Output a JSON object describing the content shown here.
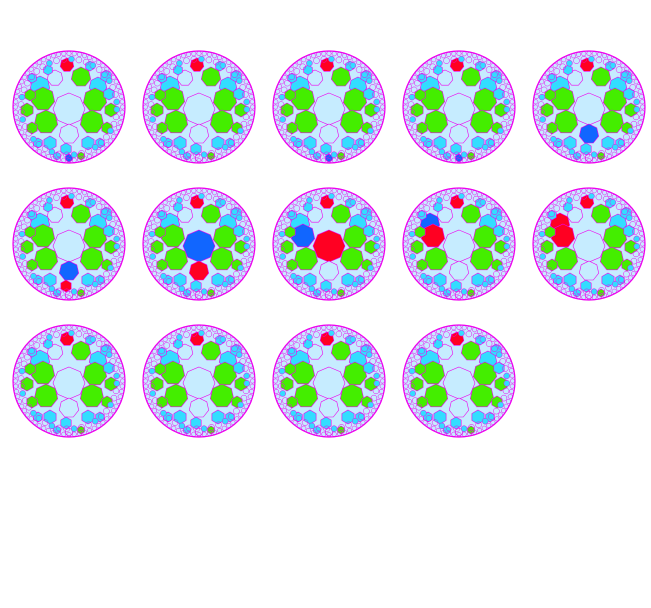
{
  "palette": {
    "outline": "#ee00ee",
    "center": "#c6ecff",
    "green": "#44ee00",
    "cyan": "#33ddff",
    "red": "#ff0022",
    "blue": "#1166ff",
    "background": "#ffffff"
  },
  "icon_names": [
    "hyperbolic-tiling-disk"
  ],
  "figures": [
    {
      "highlights": [
        {
          "tile": "top-1",
          "color": "red"
        },
        {
          "tile": "bottom-edge",
          "color": "blue"
        }
      ]
    },
    {
      "highlights": [
        {
          "tile": "top-1",
          "color": "red"
        }
      ]
    },
    {
      "highlights": [
        {
          "tile": "top-1",
          "color": "red"
        },
        {
          "tile": "bottom-edge",
          "color": "blue"
        }
      ]
    },
    {
      "highlights": [
        {
          "tile": "top-1",
          "color": "red"
        },
        {
          "tile": "bottom-edge",
          "color": "blue"
        }
      ]
    },
    {
      "highlights": [
        {
          "tile": "top-1",
          "color": "red"
        },
        {
          "tile": "bottom-1",
          "color": "blue"
        }
      ]
    },
    {
      "highlights": [
        {
          "tile": "top-1",
          "color": "red"
        },
        {
          "tile": "bottom-1",
          "color": "blue"
        },
        {
          "tile": "bottom-2",
          "color": "red"
        }
      ]
    },
    {
      "highlights": [
        {
          "tile": "top-1",
          "color": "red"
        },
        {
          "tile": "center",
          "color": "blue"
        },
        {
          "tile": "bottom-1",
          "color": "red"
        }
      ]
    },
    {
      "highlights": [
        {
          "tile": "top-1",
          "color": "red"
        },
        {
          "tile": "left-1",
          "color": "blue"
        },
        {
          "tile": "center",
          "color": "red"
        }
      ]
    },
    {
      "highlights": [
        {
          "tile": "top-1",
          "color": "red"
        },
        {
          "tile": "left-top",
          "color": "blue"
        },
        {
          "tile": "left-1",
          "color": "red"
        }
      ]
    },
    {
      "highlights": [
        {
          "tile": "top-1",
          "color": "red"
        },
        {
          "tile": "left-top",
          "color": "red"
        },
        {
          "tile": "left-1",
          "color": "red"
        }
      ]
    },
    {
      "highlights": [
        {
          "tile": "top-1",
          "color": "red"
        }
      ]
    },
    {
      "highlights": [
        {
          "tile": "top-1",
          "color": "red"
        }
      ]
    },
    {
      "highlights": [
        {
          "tile": "top-1",
          "color": "red"
        }
      ]
    },
    {
      "highlights": [
        {
          "tile": "top-1",
          "color": "red"
        }
      ]
    }
  ]
}
